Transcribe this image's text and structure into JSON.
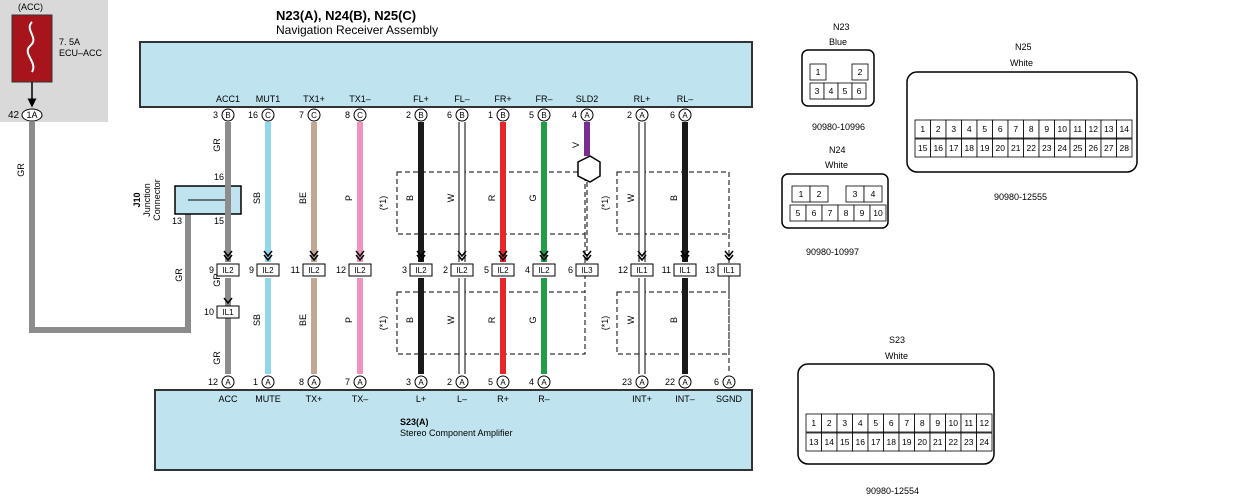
{
  "fuse": {
    "label_top": "(ACC)",
    "rating": "7. 5A",
    "name": "ECU–ACC",
    "pin_num": "42",
    "pin_code": "1A"
  },
  "receiver": {
    "title": "N23(A), N24(B), N25(C)",
    "subtitle": "Navigation Receiver Assembly"
  },
  "amplifier": {
    "title": "S23(A)",
    "subtitle": "Stereo Component Amplifier"
  },
  "junction": {
    "code": "J10",
    "name": "Junction",
    "name2": "Connector",
    "pin16": "16",
    "pin13": "13",
    "pin15": "15"
  },
  "left_wire": {
    "color": "GR"
  },
  "shield": {
    "label": "(*1)"
  },
  "columns": [
    {
      "top_label": "ACC1",
      "top_pin": "3",
      "top_conn": "B",
      "color_top": "GR",
      "color_mid": "GR",
      "color_bot": "GR",
      "mid_pin": "9",
      "mid_conn": "IL2",
      "il1_pin": "10",
      "il1_conn": "IL1",
      "bot_pin": "12",
      "bot_conn": "A",
      "bot_label": "ACC"
    },
    {
      "top_label": "MUT1",
      "top_pin": "16",
      "top_conn": "C",
      "color_top": "SB",
      "color_bot": "SB",
      "mid_pin": "9",
      "mid_conn": "IL2",
      "bot_pin": "1",
      "bot_conn": "A",
      "bot_label": "MUTE"
    },
    {
      "top_label": "TX1+",
      "top_pin": "7",
      "top_conn": "C",
      "color_top": "BE",
      "color_bot": "BE",
      "mid_pin": "11",
      "mid_conn": "IL2",
      "bot_pin": "8",
      "bot_conn": "A",
      "bot_label": "TX+"
    },
    {
      "top_label": "TX1–",
      "top_pin": "8",
      "top_conn": "C",
      "color_top": "P",
      "color_bot": "P",
      "mid_pin": "12",
      "mid_conn": "IL2",
      "bot_pin": "7",
      "bot_conn": "A",
      "bot_label": "TX–"
    },
    {
      "top_label": "FL+",
      "top_pin": "2",
      "top_conn": "B",
      "color_top": "B",
      "color_bot": "B",
      "mid_pin": "3",
      "mid_conn": "IL2",
      "bot_pin": "3",
      "bot_conn": "A",
      "bot_label": "L+"
    },
    {
      "top_label": "FL–",
      "top_pin": "6",
      "top_conn": "B",
      "color_top": "W",
      "color_bot": "W",
      "mid_pin": "2",
      "mid_conn": "IL2",
      "bot_pin": "2",
      "bot_conn": "A",
      "bot_label": "L–"
    },
    {
      "top_label": "FR+",
      "top_pin": "1",
      "top_conn": "B",
      "color_top": "R",
      "color_bot": "R",
      "mid_pin": "5",
      "mid_conn": "IL2",
      "bot_pin": "5",
      "bot_conn": "A",
      "bot_label": "R+"
    },
    {
      "top_label": "FR–",
      "top_pin": "5",
      "top_conn": "B",
      "color_top": "G",
      "color_bot": "G",
      "mid_pin": "4",
      "mid_conn": "IL2",
      "bot_pin": "4",
      "bot_conn": "A",
      "bot_label": "R–"
    },
    {
      "top_label": "SLD2",
      "top_pin": "4",
      "top_conn": "A",
      "color_top": "V",
      "mid_pin": "6",
      "mid_conn": "IL3"
    },
    {
      "top_label": "RL+",
      "top_pin": "2",
      "top_conn": "A",
      "color_top": "W",
      "color_bot": "W",
      "mid_pin": "12",
      "mid_conn": "IL1",
      "bot_pin": "23",
      "bot_conn": "A",
      "bot_label": "INT+"
    },
    {
      "top_label": "RL–",
      "top_pin": "6",
      "top_conn": "A",
      "color_top": "B",
      "color_bot": "B",
      "mid_pin": "11",
      "mid_conn": "IL1",
      "bot_pin": "22",
      "bot_conn": "A",
      "bot_label": "INT–"
    },
    {
      "mid_pin": "13",
      "mid_conn": "IL1",
      "bot_pin": "6",
      "bot_conn": "A",
      "bot_label": "SGND"
    }
  ],
  "connectors": {
    "n23": {
      "name": "N23",
      "color": "Blue",
      "part": "90980-10996",
      "pins_row1": [
        "1",
        "2"
      ],
      "pins_row2": [
        "3",
        "4",
        "5",
        "6"
      ]
    },
    "n24": {
      "name": "N24",
      "color": "White",
      "part": "90980-10997",
      "pins_row1": [
        "1",
        "2",
        "3",
        "4"
      ],
      "pins_row2": [
        "5",
        "6",
        "7",
        "8",
        "9",
        "10"
      ]
    },
    "n25": {
      "name": "N25",
      "color": "White",
      "part": "90980-12555",
      "pins_row1": [
        "1",
        "2",
        "3",
        "4",
        "5",
        "6",
        "7",
        "8",
        "9",
        "10",
        "11",
        "12",
        "13",
        "14"
      ],
      "pins_row2": [
        "15",
        "16",
        "17",
        "18",
        "19",
        "20",
        "21",
        "22",
        "23",
        "24",
        "25",
        "26",
        "27",
        "28"
      ]
    },
    "s23": {
      "name": "S23",
      "color": "White",
      "part": "90980-12554",
      "pins_row1": [
        "1",
        "2",
        "3",
        "4",
        "5",
        "6",
        "7",
        "8",
        "9",
        "10",
        "11",
        "12"
      ],
      "pins_row2": [
        "13",
        "14",
        "15",
        "16",
        "17",
        "18",
        "19",
        "20",
        "21",
        "22",
        "23",
        "24"
      ]
    }
  },
  "colors": {
    "panel": "#bfe4ef",
    "panel_stroke": "#333333",
    "fuse_bg": "#d9d9d9",
    "fuse_red": "#a8141c",
    "gr": "#8c8c8c",
    "sb": "#8fd6ee",
    "be": "#c2a891",
    "p": "#ee93bd",
    "b": "#1a1a1a",
    "w": "#ffffff",
    "r": "#e8262a",
    "g": "#1f9d48",
    "v": "#7a2c8f"
  }
}
